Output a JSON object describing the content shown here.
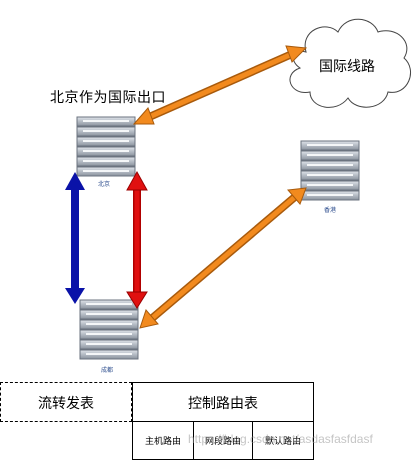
{
  "nodes": {
    "beijing_title": "北京作为国际出口",
    "beijing": "北京",
    "hongkong": "香港",
    "chengdu": "成都",
    "cloud": "国际线路"
  },
  "table": {
    "flow_table": "流转发表",
    "control_table": "控制路由表",
    "cells": [
      "主机路由",
      "网段路由",
      "默认路由"
    ]
  },
  "watermark": "https://blog.csdn.net/asdasfasfdasf",
  "colors": {
    "arrow_orange": "#f28a1e",
    "arrow_blue": "#0a12a8",
    "arrow_red": "#e01010",
    "server_gray": "#8d95a1"
  }
}
